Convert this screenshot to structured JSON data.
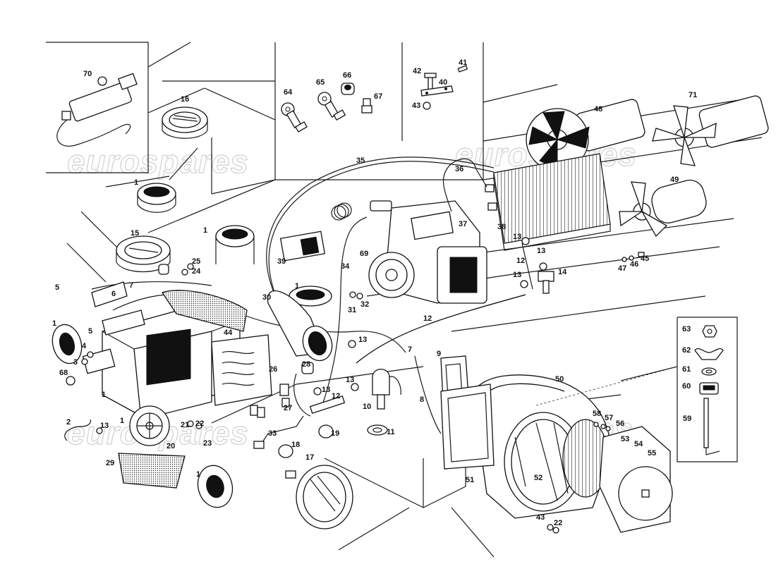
{
  "watermark": "eurospares",
  "parts": [
    {
      "id": "p70",
      "label": "70"
    },
    {
      "id": "p16",
      "label": "16"
    },
    {
      "id": "p64",
      "label": "64"
    },
    {
      "id": "p65",
      "label": "65"
    },
    {
      "id": "p66",
      "label": "66"
    },
    {
      "id": "p67",
      "label": "67"
    },
    {
      "id": "p42",
      "label": "42"
    },
    {
      "id": "p41",
      "label": "41"
    },
    {
      "id": "p40",
      "label": "40"
    },
    {
      "id": "p43a",
      "label": "43"
    },
    {
      "id": "p48",
      "label": "48"
    },
    {
      "id": "p71",
      "label": "71"
    },
    {
      "id": "p49",
      "label": "49"
    },
    {
      "id": "p35",
      "label": "35"
    },
    {
      "id": "p36",
      "label": "36"
    },
    {
      "id": "p37",
      "label": "37"
    },
    {
      "id": "p38",
      "label": "38"
    },
    {
      "id": "p69",
      "label": "69"
    },
    {
      "id": "p39",
      "label": "39"
    },
    {
      "id": "p34",
      "label": "34"
    },
    {
      "id": "p1a",
      "label": "1"
    },
    {
      "id": "p1b",
      "label": "1"
    },
    {
      "id": "p1c",
      "label": "1"
    },
    {
      "id": "p1d",
      "label": "1"
    },
    {
      "id": "p1e",
      "label": "1"
    },
    {
      "id": "p1f",
      "label": "1"
    },
    {
      "id": "p1g",
      "label": "1"
    },
    {
      "id": "p15",
      "label": "15"
    },
    {
      "id": "p25",
      "label": "25"
    },
    {
      "id": "p24",
      "label": "24"
    },
    {
      "id": "p5a",
      "label": "5"
    },
    {
      "id": "p5b",
      "label": "5"
    },
    {
      "id": "p6",
      "label": "6"
    },
    {
      "id": "p7a",
      "label": "7"
    },
    {
      "id": "p7b",
      "label": "7"
    },
    {
      "id": "p30",
      "label": "30"
    },
    {
      "id": "p31",
      "label": "31"
    },
    {
      "id": "p32",
      "label": "32"
    },
    {
      "id": "p12a",
      "label": "12"
    },
    {
      "id": "p12b",
      "label": "12"
    },
    {
      "id": "p12c",
      "label": "12"
    },
    {
      "id": "p13a",
      "label": "13"
    },
    {
      "id": "p13b",
      "label": "13"
    },
    {
      "id": "p13c",
      "label": "13"
    },
    {
      "id": "p13d",
      "label": "13"
    },
    {
      "id": "p13e",
      "label": "13"
    },
    {
      "id": "p13f",
      "label": "13"
    },
    {
      "id": "p13g",
      "label": "13"
    },
    {
      "id": "p14",
      "label": "14"
    },
    {
      "id": "p47",
      "label": "47"
    },
    {
      "id": "p46",
      "label": "46"
    },
    {
      "id": "p45",
      "label": "45"
    },
    {
      "id": "p44",
      "label": "44"
    },
    {
      "id": "p4",
      "label": "4"
    },
    {
      "id": "p3",
      "label": "3"
    },
    {
      "id": "p68",
      "label": "68"
    },
    {
      "id": "p26",
      "label": "26"
    },
    {
      "id": "p28",
      "label": "28"
    },
    {
      "id": "p27",
      "label": "27"
    },
    {
      "id": "p9",
      "label": "9"
    },
    {
      "id": "p8",
      "label": "8"
    },
    {
      "id": "p10",
      "label": "10"
    },
    {
      "id": "p11",
      "label": "11"
    },
    {
      "id": "p50",
      "label": "50"
    },
    {
      "id": "p63",
      "label": "63"
    },
    {
      "id": "p62",
      "label": "62"
    },
    {
      "id": "p61",
      "label": "61"
    },
    {
      "id": "p60",
      "label": "60"
    },
    {
      "id": "p59",
      "label": "59"
    },
    {
      "id": "p58",
      "label": "58"
    },
    {
      "id": "p57",
      "label": "57"
    },
    {
      "id": "p56",
      "label": "56"
    },
    {
      "id": "p53",
      "label": "53"
    },
    {
      "id": "p54",
      "label": "54"
    },
    {
      "id": "p55",
      "label": "55"
    },
    {
      "id": "p52",
      "label": "52"
    },
    {
      "id": "p51",
      "label": "51"
    },
    {
      "id": "p43b",
      "label": "43"
    },
    {
      "id": "p22a",
      "label": "22"
    },
    {
      "id": "p22b",
      "label": "22"
    },
    {
      "id": "p21",
      "label": "21"
    },
    {
      "id": "p20",
      "label": "20"
    },
    {
      "id": "p23",
      "label": "23"
    },
    {
      "id": "p2",
      "label": "2"
    },
    {
      "id": "p29",
      "label": "29"
    },
    {
      "id": "p33",
      "label": "33"
    },
    {
      "id": "p18",
      "label": "18"
    },
    {
      "id": "p19",
      "label": "19"
    },
    {
      "id": "p17",
      "label": "17"
    }
  ]
}
